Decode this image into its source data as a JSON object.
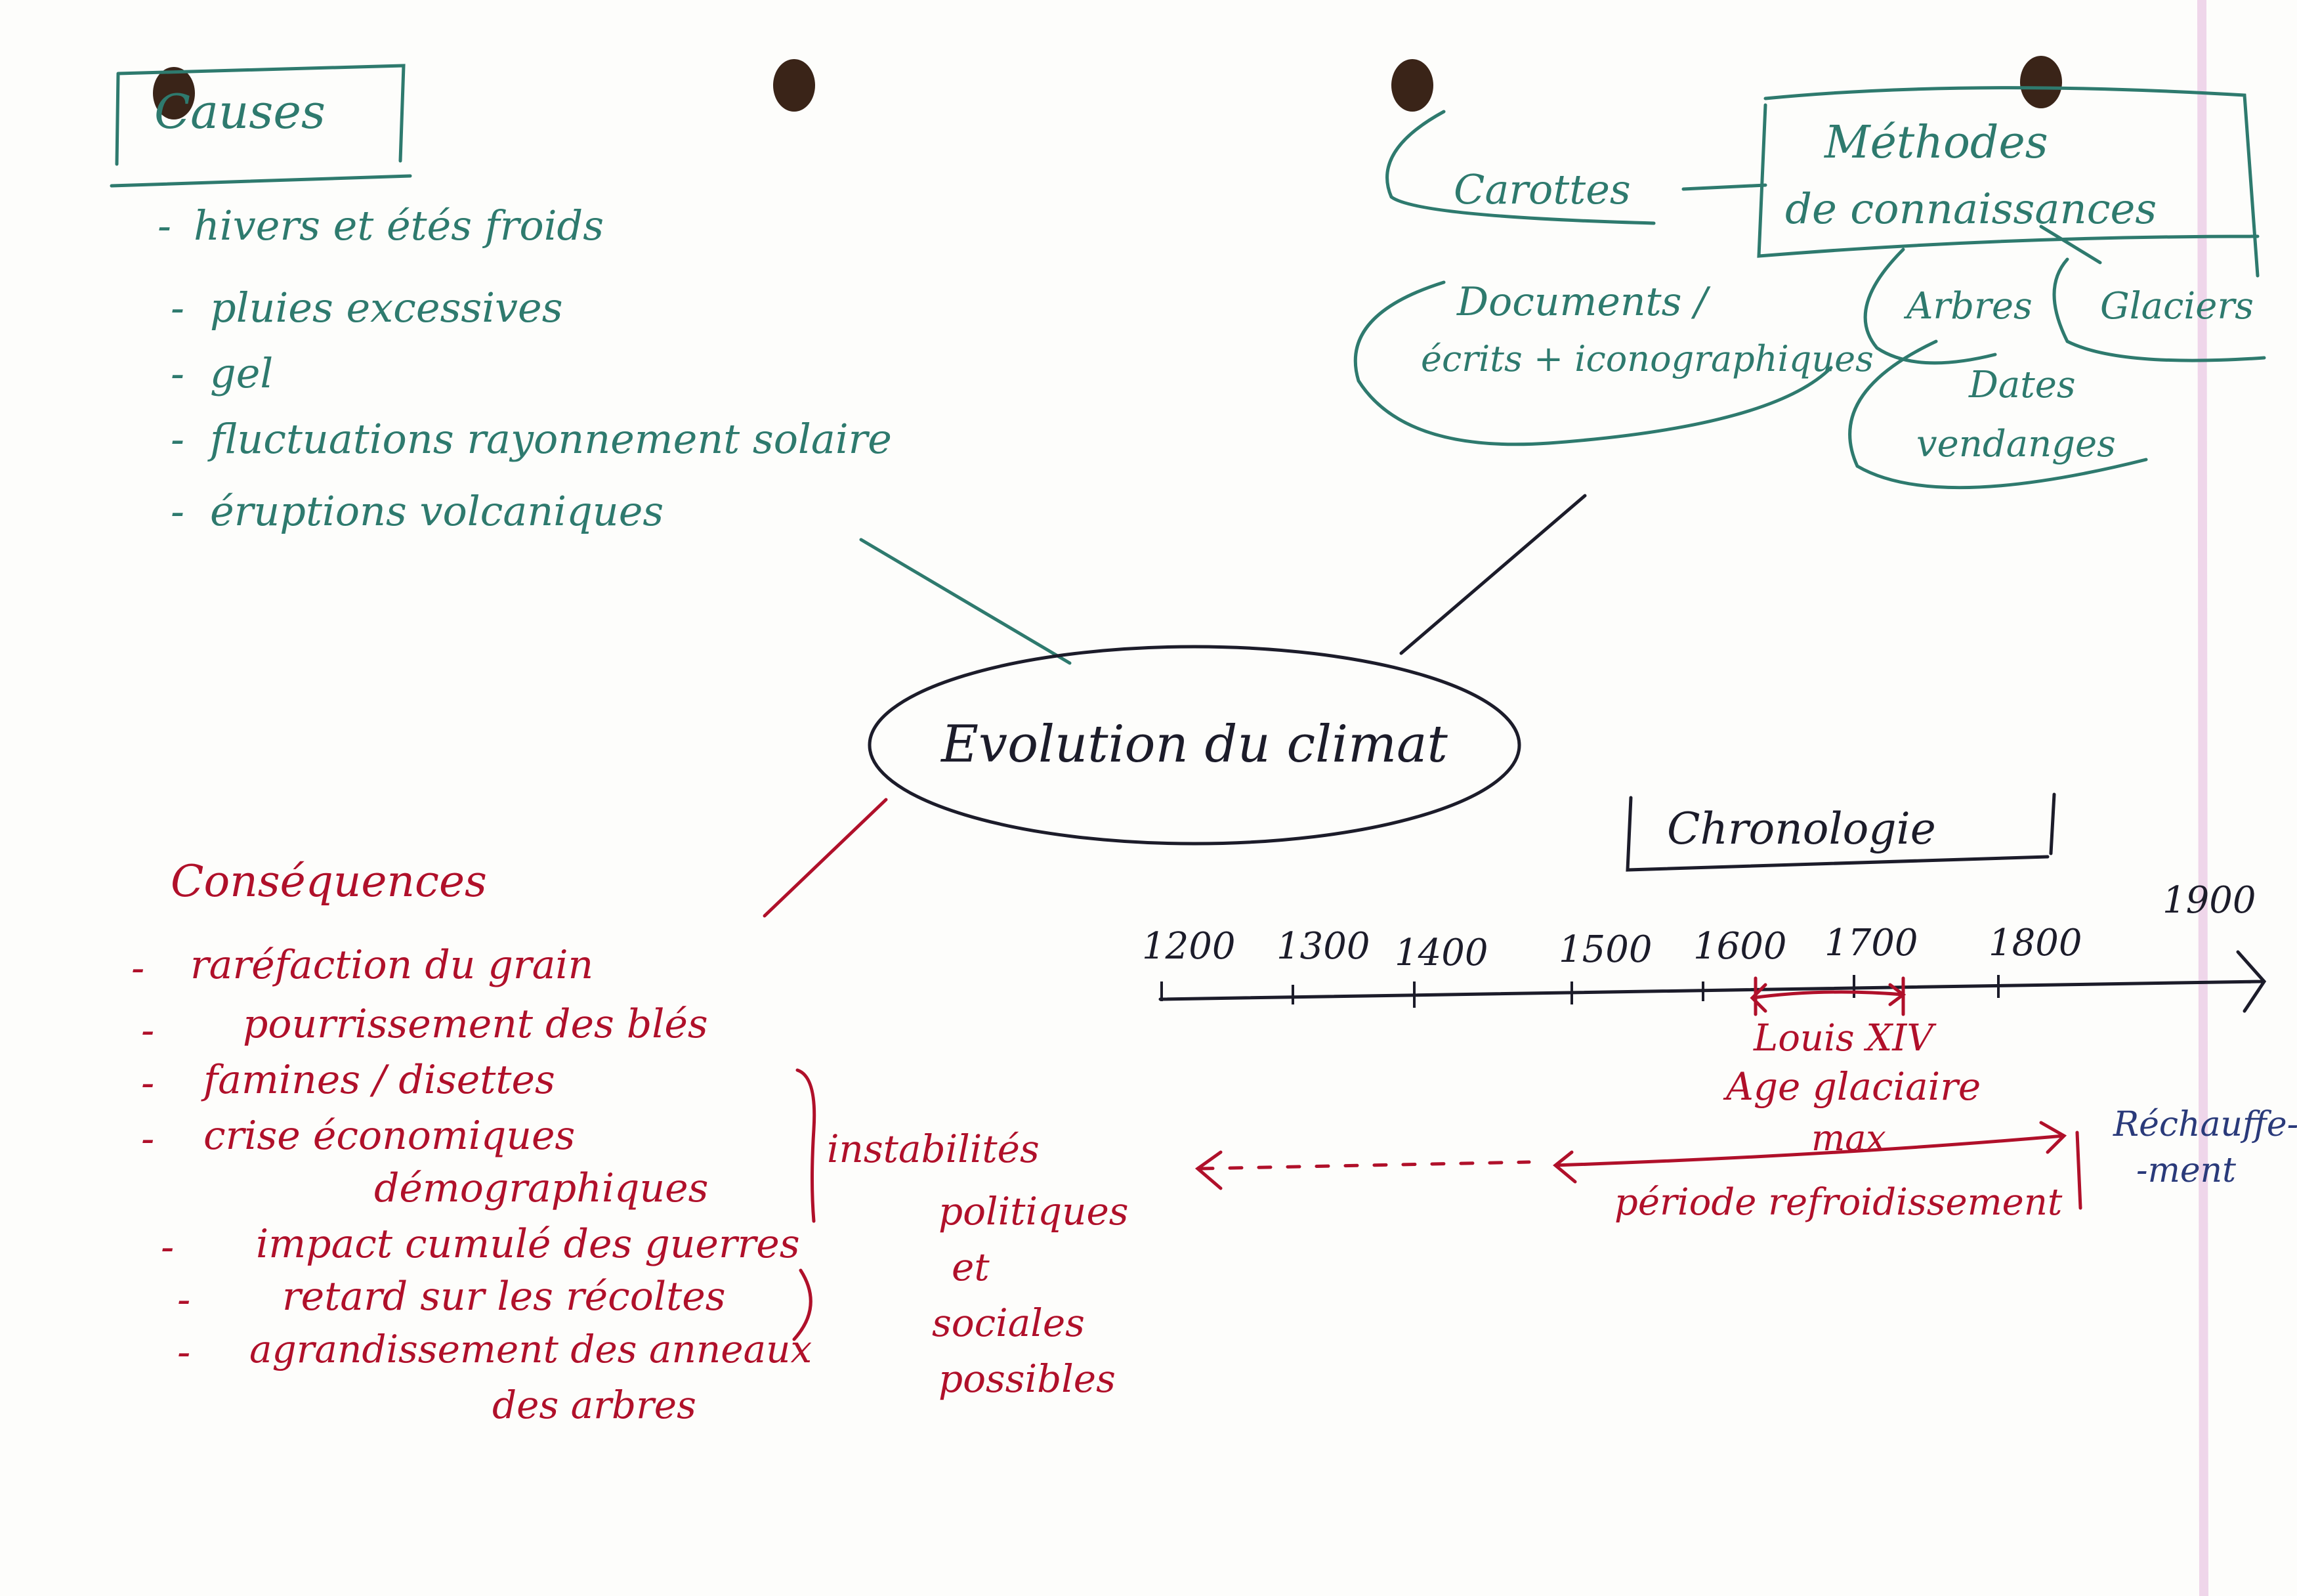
{
  "colors": {
    "causes": "#2e7a6e",
    "consequences": "#b0102a",
    "timeline": "#1c1c2a",
    "rechauffement": "#2a3a7a",
    "binder_hole": "#3a2418"
  },
  "center": {
    "title": "Evolution du climat"
  },
  "causes": {
    "title": "Causes",
    "items": [
      "hivers et étés froids",
      "pluies excessives",
      "gel",
      "fluctuations rayonnement solaire",
      "éruptions volcaniques"
    ]
  },
  "methods": {
    "title_line1": "Méthodes",
    "title_line2": "de connaissances",
    "items": [
      "Carottes",
      "Documents /",
      "écrits + iconographiques",
      "Arbres",
      "Glaciers",
      "Dates",
      "vendanges"
    ]
  },
  "consequences": {
    "title": "Conséquences",
    "items": [
      "raréfaction du grain",
      "pourrissement des blés",
      "famines / disettes",
      "crise économiques",
      "démographiques",
      "impact cumulé des guerres",
      "retard sur les récoltes",
      "agrandissement des anneaux",
      "des arbres"
    ],
    "side_note": [
      "instabilités",
      "politiques",
      "et",
      "sociales",
      "possibles"
    ]
  },
  "chronology": {
    "title": "Chronologie",
    "ticks": [
      "1200",
      "1300",
      "1400",
      "1500",
      "1600",
      "1700",
      "1800",
      "1900"
    ],
    "louis": "Louis XIV",
    "age_line1": "Age glaciaire",
    "age_line2": "max",
    "periode": "période refroidissement",
    "rechauffement_line1": "Réchauffe-",
    "rechauffement_line2": "-ment"
  }
}
